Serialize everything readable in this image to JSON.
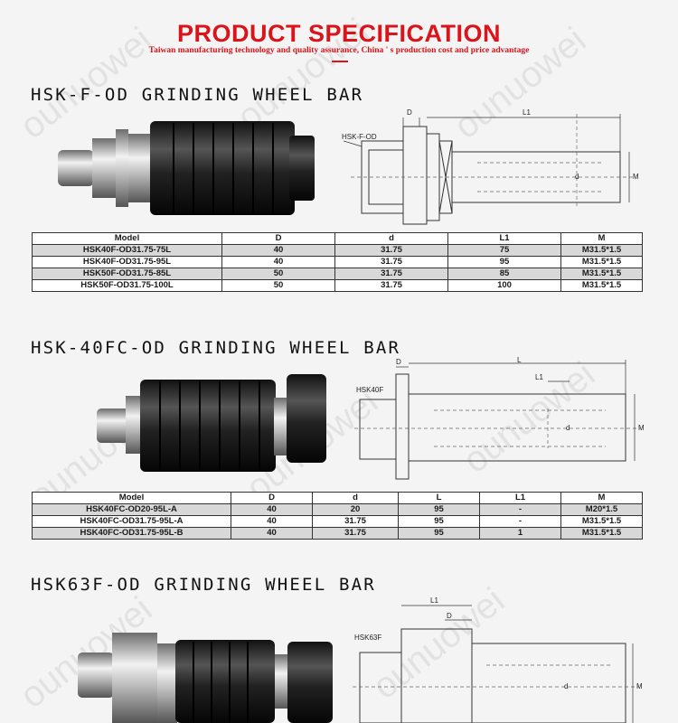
{
  "header": {
    "title": "PRODUCT SPECIFICATION",
    "subtitle": "Taiwan manufacturing technology and quality assurance, China ' s production cost and price advantage",
    "accent_color": "#d9141b"
  },
  "watermark": "ounuowei",
  "sections": [
    {
      "title": "HSK-F-OD GRINDING WHEEL BAR",
      "drawing_labels": {
        "shank": "HSK-F-OD",
        "D": "D",
        "L1": "L1",
        "d": "d",
        "M": "M"
      },
      "table": {
        "headers": [
          "Model",
          "D",
          "d",
          "L1",
          "M"
        ],
        "rows": [
          [
            "HSK40F-OD31.75-75L",
            "40",
            "31.75",
            "75",
            "M31.5*1.5"
          ],
          [
            "HSK40F-OD31.75-95L",
            "40",
            "31.75",
            "95",
            "M31.5*1.5"
          ],
          [
            "HSK50F-OD31.75-85L",
            "50",
            "31.75",
            "85",
            "M31.5*1.5"
          ],
          [
            "HSK50F-OD31.75-100L",
            "50",
            "31.75",
            "100",
            "M31.5*1.5"
          ]
        ]
      }
    },
    {
      "title": "HSK-40FC-OD GRINDING WHEEL BAR",
      "drawing_labels": {
        "shank": "HSK40F",
        "D": "D",
        "L": "L",
        "L1": "L1",
        "d": "d",
        "M": "M"
      },
      "table": {
        "headers": [
          "Model",
          "D",
          "d",
          "L",
          "L1",
          "M"
        ],
        "rows": [
          [
            "HSK40FC-OD20-95L-A",
            "40",
            "20",
            "95",
            "-",
            "M20*1.5"
          ],
          [
            "HSK40FC-OD31.75-95L-A",
            "40",
            "31.75",
            "95",
            "-",
            "M31.5*1.5"
          ],
          [
            "HSK40FC-OD31.75-95L-B",
            "40",
            "31.75",
            "95",
            "1",
            "M31.5*1.5"
          ]
        ]
      }
    },
    {
      "title": "HSK63F-OD GRINDING WHEEL BAR",
      "drawing_labels": {
        "shank": "HSK63F",
        "D": "D",
        "L1": "L1",
        "d": "d",
        "M": "M"
      }
    }
  ]
}
